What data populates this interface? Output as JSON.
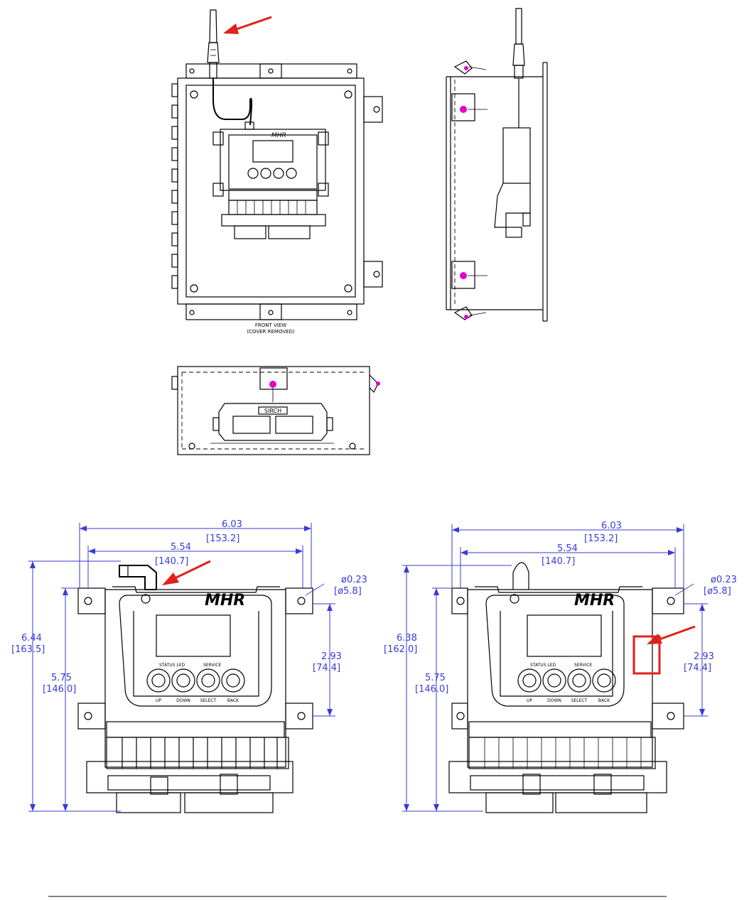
{
  "views": {
    "front_caption_line1": "FRONT VIEW",
    "front_caption_line2": "(COVER REMOVED)",
    "connector_label": "SIRCH",
    "brand_mark": "MHR"
  },
  "dimensions": {
    "left": {
      "width_total_in": "6.03",
      "width_total_mm": "[153.2]",
      "width_inner_in": "5.54",
      "width_inner_mm": "[140.7]",
      "hole_dia_in": "ø0.23",
      "hole_dia_mm": "[ø5.8]",
      "height_total_in": "6.44",
      "height_total_mm": "[163.5]",
      "height_body_in": "5.75",
      "height_body_mm": "[146.0]",
      "hole_spacing_in": "2.93",
      "hole_spacing_mm": "[74.4]"
    },
    "right": {
      "width_total_in": "6.03",
      "width_total_mm": "[153.2]",
      "width_inner_in": "5.54",
      "width_inner_mm": "[140.7]",
      "hole_dia_in": "ø0.23",
      "hole_dia_mm": "[ø5.8]",
      "height_total_in": "6.38",
      "height_total_mm": "[162.0]",
      "height_body_in": "5.75",
      "height_body_mm": "[146.0]",
      "hole_spacing_in": "2.93",
      "hole_spacing_mm": "[74.4]"
    }
  },
  "button_labels": {
    "top_left": "STATUS LED",
    "top_right": "SERVICE",
    "b1": "UP",
    "b2": "DOWN",
    "b3": "SELECT",
    "b4": "BACK"
  },
  "colors": {
    "dimension": "#3a3ad8",
    "highlight": "#e0201a",
    "fastener": "#e000d0"
  }
}
